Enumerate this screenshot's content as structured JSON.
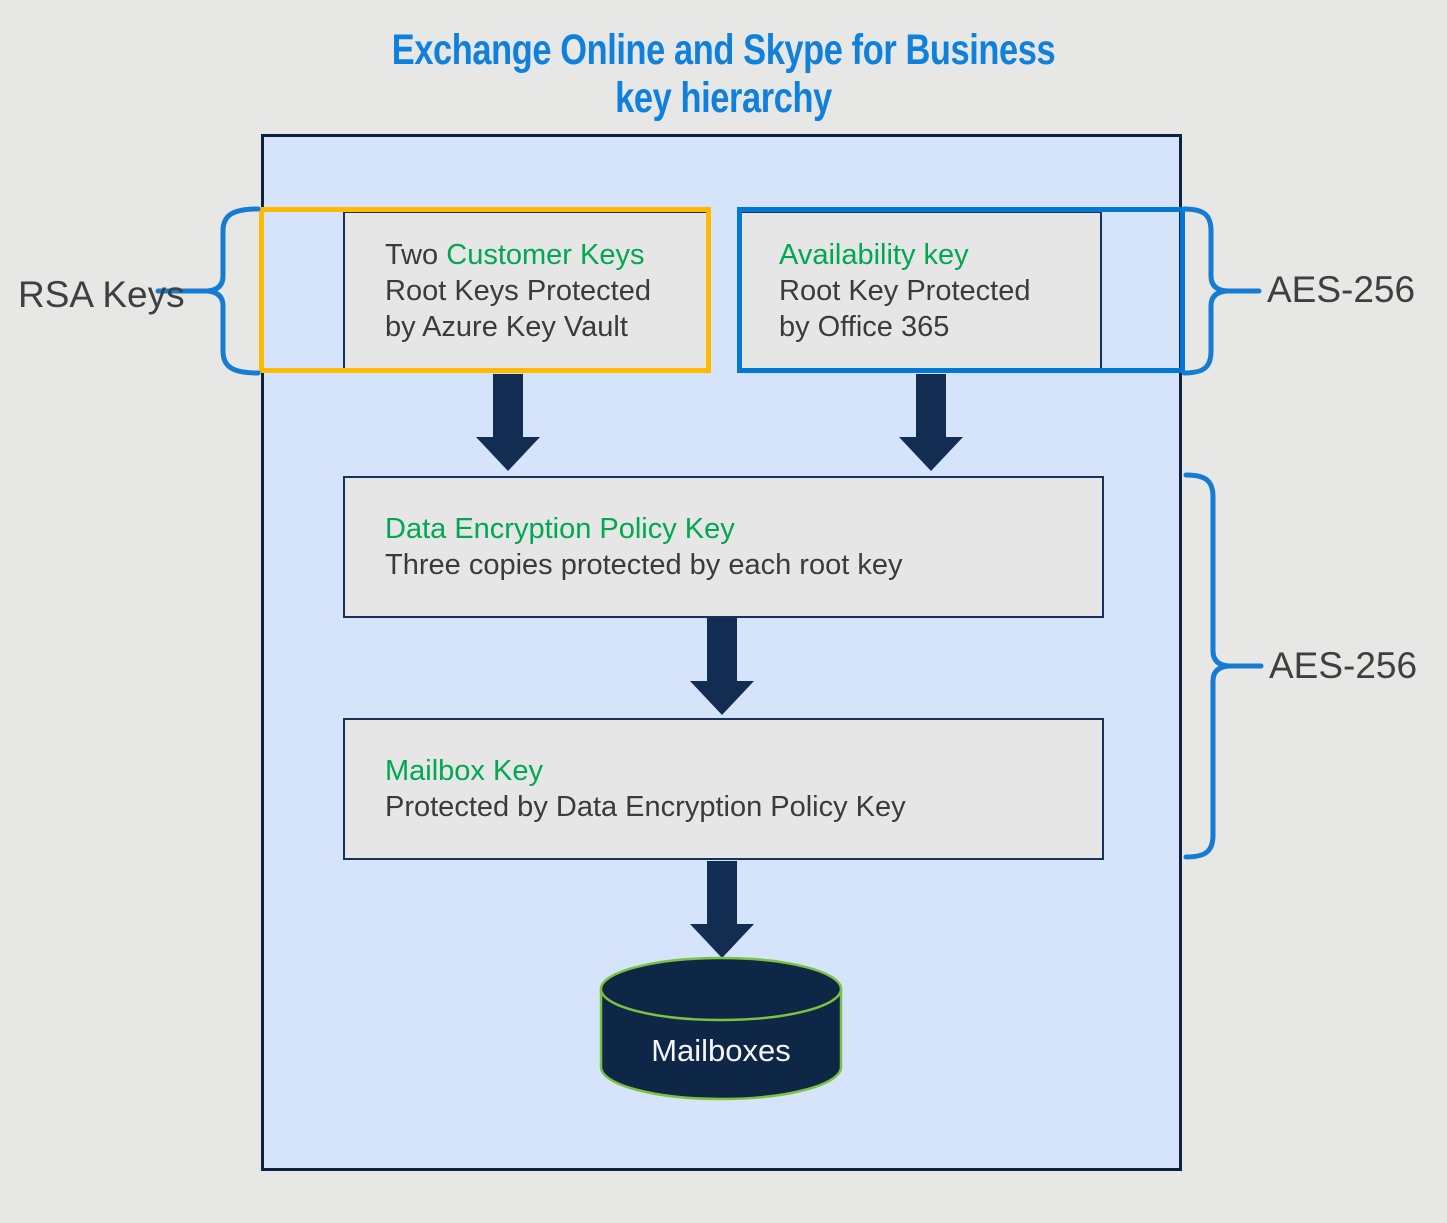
{
  "title": {
    "line1": "Exchange Online and Skype for Business",
    "line2": "key hierarchy"
  },
  "annotations": {
    "rsa_keys": "RSA Keys",
    "aes_256_top": "AES-256",
    "aes_256_bottom": "AES-256"
  },
  "nodes": {
    "customer_keys": {
      "heading_prefix": "Two ",
      "heading": "Customer Keys",
      "line1": "Root Keys Protected",
      "line2": "by Azure Key Vault"
    },
    "availability_key": {
      "heading": "Availability key",
      "line1": "Root Key Protected",
      "line2": "by Office 365"
    },
    "data_encryption_policy_key": {
      "heading": "Data Encryption Policy Key",
      "body": "Three copies protected by each root key"
    },
    "mailbox_key": {
      "heading": "Mailbox Key",
      "body": "Protected by Data Encryption Policy Key"
    },
    "mailboxes": {
      "label": "Mailboxes"
    }
  },
  "colors": {
    "title_blue": "#0f80db",
    "accent_blue": "#0078d4",
    "orange": "#ffb900",
    "green_text": "#00a84f",
    "navy_arrow": "#132c52",
    "container_fill": "#d5e4fb",
    "container_border": "#0d2240",
    "box_fill": "#e6e6e6",
    "box_border": "#16325a",
    "cylinder_fill": "#0e2746",
    "cylinder_stroke": "#7cc142",
    "page_bg": "#e7e7e6",
    "body_text": "#3b3b3b"
  }
}
